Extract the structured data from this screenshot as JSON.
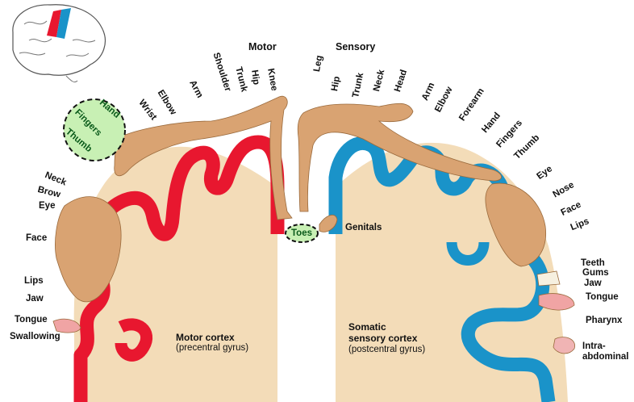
{
  "headings": {
    "motor": "Motor",
    "sensory": "Sensory"
  },
  "motor_labels": {
    "knee": "Knee",
    "hip": "Hip",
    "trunk": "Trunk",
    "shoulder": "Shoulder",
    "arm": "Arm",
    "elbow": "Elbow",
    "wrist": "Wrist",
    "hand": "Hand",
    "fingers": "Fingers",
    "thumb": "Thumb",
    "neck": "Neck",
    "brow": "Brow",
    "eye": "Eye",
    "face": "Face",
    "lips": "Lips",
    "jaw": "Jaw",
    "tongue": "Tongue",
    "swallowing": "Swallowing",
    "toes": "Toes"
  },
  "sensory_labels": {
    "leg": "Leg",
    "hip": "Hip",
    "trunk": "Trunk",
    "neck": "Neck",
    "head": "Head",
    "arm": "Arm",
    "elbow": "Elbow",
    "forearm": "Forearm",
    "hand": "Hand",
    "fingers": "Fingers",
    "thumb": "Thumb",
    "eye": "Eye",
    "nose": "Nose",
    "face": "Face",
    "lips": "Lips",
    "genitals": "Genitals",
    "teeth": "Teeth",
    "gums": "Gums",
    "jaw": "Jaw",
    "tongue": "Tongue",
    "pharynx": "Pharynx",
    "intra_abdominal": "Intra-\nabdominal"
  },
  "captions": {
    "motor_title": "Motor cortex",
    "motor_sub": "(precentral gyrus)",
    "sensory_title_1": "Somatic",
    "sensory_title_2": "sensory cortex",
    "sensory_sub": "(postcentral gyrus)"
  },
  "colors": {
    "motor": "#e8172f",
    "sensory": "#1a93c9",
    "tissue": "#f3dcb8",
    "body": "#d9a372",
    "highlight": "#c8f0b4"
  }
}
